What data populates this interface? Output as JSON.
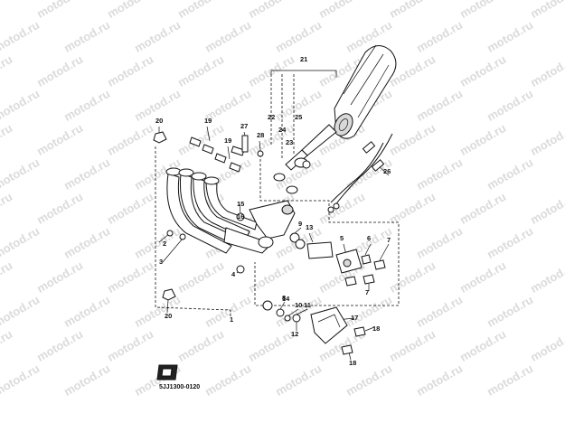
{
  "watermark": "motod.ru",
  "diagram_code": "5JJ1300-0120",
  "callouts": [
    "1",
    "2",
    "3",
    "4",
    "5",
    "6",
    "7",
    "7",
    "8",
    "9",
    "10",
    "11",
    "12",
    "13",
    "14",
    "15",
    "16",
    "17",
    "18",
    "18",
    "19",
    "19",
    "20",
    "20",
    "21",
    "22",
    "23",
    "24",
    "25",
    "26",
    "27",
    "28"
  ]
}
